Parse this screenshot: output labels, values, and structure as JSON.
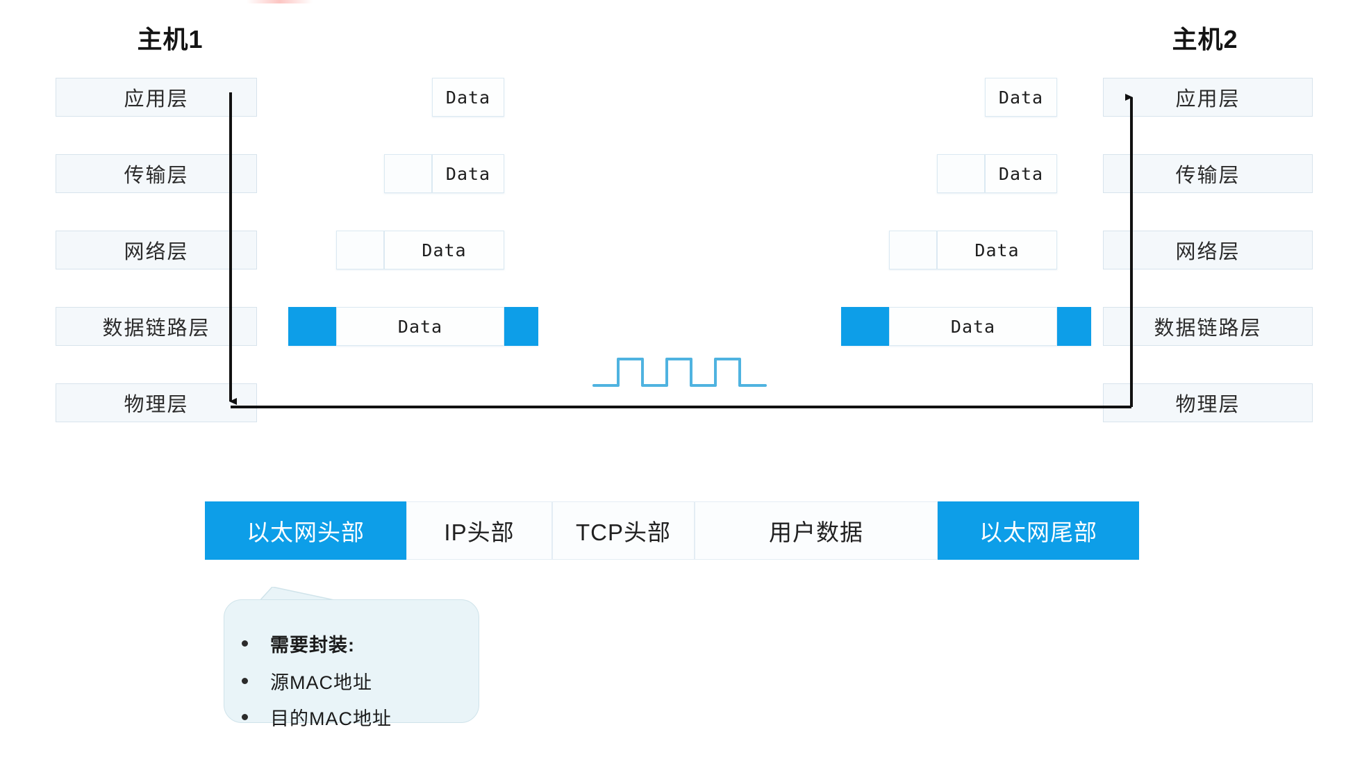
{
  "hosts": {
    "left": {
      "title": "主机1"
    },
    "right": {
      "title": "主机2"
    }
  },
  "layers": [
    {
      "label": "应用层"
    },
    {
      "label": "传输层"
    },
    {
      "label": "网络层"
    },
    {
      "label": "数据链路层"
    },
    {
      "label": "物理层"
    }
  ],
  "packets": {
    "data_label": "Data",
    "left": [
      {
        "layer": "应用层",
        "segments": [
          "Data"
        ]
      },
      {
        "layer": "传输层",
        "segments": [
          "",
          "Data"
        ]
      },
      {
        "layer": "网络层",
        "segments": [
          "",
          "Data"
        ]
      },
      {
        "layer": "数据链路层",
        "segments": [
          "",
          "Data",
          ""
        ]
      }
    ],
    "right": [
      {
        "layer": "应用层",
        "segments": [
          "Data"
        ]
      },
      {
        "layer": "传输层",
        "segments": [
          "",
          "Data"
        ]
      },
      {
        "layer": "网络层",
        "segments": [
          "",
          "Data"
        ]
      },
      {
        "layer": "数据链路层",
        "segments": [
          "",
          "Data",
          ""
        ]
      }
    ]
  },
  "signal": {
    "name": "square-wave",
    "pulses": 3
  },
  "encapsulation_bar": {
    "cells": [
      {
        "label": "以太网头部",
        "accent": true
      },
      {
        "label": "IP头部",
        "accent": false
      },
      {
        "label": "TCP头部",
        "accent": false
      },
      {
        "label": "用户数据",
        "accent": false
      },
      {
        "label": "以太网尾部",
        "accent": true
      }
    ]
  },
  "callout": {
    "items": [
      {
        "text": "需要封装:",
        "bold": true
      },
      {
        "text": "源MAC地址",
        "bold": false
      },
      {
        "text": "目的MAC地址",
        "bold": false
      }
    ]
  },
  "colors": {
    "accent_blue": "#0d9ee8",
    "wave_blue": "#4fb3e0",
    "layer_fill": "#f4f8fb",
    "layer_border": "#d7e3ec",
    "callout_fill": "#e9f4f8",
    "arrow": "#111111"
  }
}
